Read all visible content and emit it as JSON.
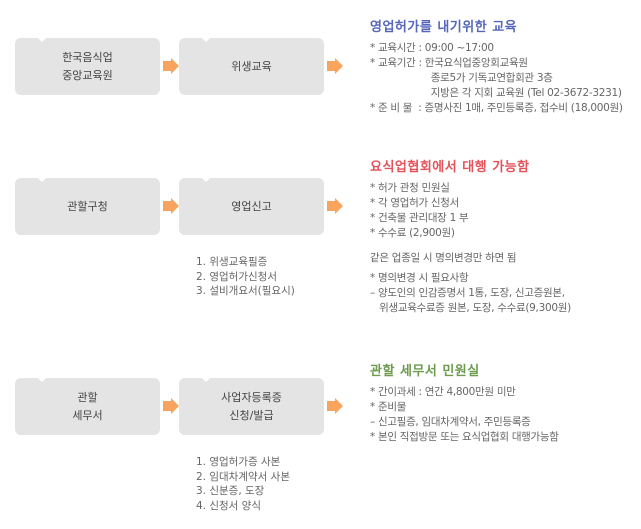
{
  "colors": {
    "box": "#e4e4e4",
    "arrow": "#f7a55e",
    "title1": "#5566bb",
    "title2": "#e4525a",
    "title3": "#6d9b4f"
  },
  "rows": [
    {
      "box1": "한국음식업\n중앙교육원",
      "box2": "위생교육"
    },
    {
      "box1": "관할구청",
      "box2": "영업신고",
      "list": [
        "1. 위생교육필증",
        "2. 영업허가신청서",
        "3. 설비개요서(필요시)"
      ]
    },
    {
      "box1": "관할\n세무서",
      "box2": "사업자등록증\n신청/발급",
      "list": [
        "1. 영업허가증 사본",
        "2. 임대차계약서 사본",
        "3. 신분증, 도장",
        "4. 신청서 양식"
      ]
    }
  ],
  "sections": [
    {
      "title": "영업허가를 내기위한 교육",
      "lines": [
        "* 교육시간 : 09:00 ~17:00",
        "* 교육기간 : 한국요식업중앙회교육원",
        "                    종로5가 기독교연합회관 3층",
        "                    지방은 각 지회 교육원 (Tel 02-3672-3231)",
        "* 준 비 물  : 증명사진 1매, 주민등록증, 접수비 (18,000원)"
      ]
    },
    {
      "title": "요식업협회에서 대행 가능함",
      "lines": [
        "* 허가 관청 민원실",
        "* 각 영업허가 신청서",
        "* 건축물 관리대장 1 부",
        "* 수수료 (2,900원)"
      ],
      "note": "같은 업종일 시 명의변경만 하면 됨",
      "lines2": [
        "* 명의변경 시 필요사항",
        "– 양도인의 인감증명서 1통, 도장, 신고증원본,",
        "   위생교육수료증 원본, 도장, 수수료(9,300원)"
      ]
    },
    {
      "title": "관할 세무서 민원실",
      "lines": [
        "* 간이과세 : 연간 4,800만원 미만",
        "* 준비물",
        "– 신고필증, 임대차계약서, 주민등록증",
        "* 본인 직접방문 또는 요식업협회 대행가능함"
      ]
    }
  ]
}
